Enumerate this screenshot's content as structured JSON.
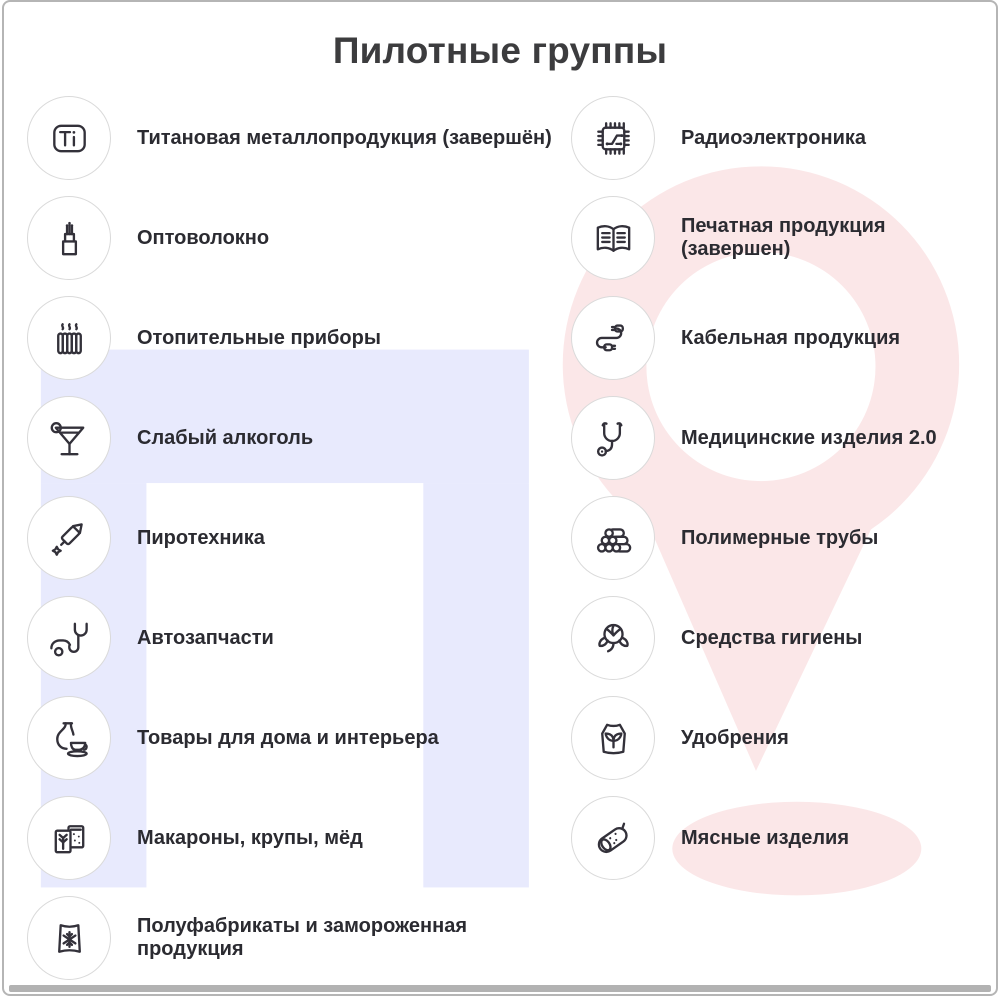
{
  "page": {
    "title": "Пилотные группы"
  },
  "colors": {
    "accent_lavender": "#e8eafd",
    "accent_pink": "#fbe7e8",
    "icon_stroke": "#33313a",
    "label_text": "#2b2b31",
    "title_text": "#3c3c3e",
    "frame_border": "#b5b5b5",
    "bottom_bar": "#b2b2b2",
    "circle_border": "#dadada"
  },
  "columns": {
    "left": [
      {
        "label": "Титановая металлопродукция (завершён)",
        "icon": "titanium-ti-icon"
      },
      {
        "label": "Оптоволокно",
        "icon": "fiber-optic-icon"
      },
      {
        "label": "Отопительные приборы",
        "icon": "radiator-icon"
      },
      {
        "label": "Слабый алкоголь",
        "icon": "cocktail-glass-icon"
      },
      {
        "label": "Пиротехника",
        "icon": "firework-rocket-icon"
      },
      {
        "label": "Автозапчасти",
        "icon": "wrench-car-icon"
      },
      {
        "label": "Товары для дома и интерьера",
        "icon": "vase-cup-icon"
      },
      {
        "label": "Макароны, крупы, мёд",
        "icon": "grocery-packs-icon"
      },
      {
        "label": "Полуфабрикаты и замороженная продукция",
        "icon": "frozen-bag-icon"
      }
    ],
    "right": [
      {
        "label": "Радиоэлектроника",
        "icon": "microchip-icon"
      },
      {
        "label": "Печатная продукция (завершен)",
        "icon": "open-book-icon"
      },
      {
        "label": "Кабельная продукция",
        "icon": "cable-icon"
      },
      {
        "label": "Медицинские изделия 2.0",
        "icon": "stethoscope-icon"
      },
      {
        "label": "Полимерные трубы",
        "icon": "polymer-pipes-icon"
      },
      {
        "label": "Средства гигиены",
        "icon": "cotton-flower-icon"
      },
      {
        "label": "Удобрения",
        "icon": "fertilizer-bag-icon"
      },
      {
        "label": "Мясные изделия",
        "icon": "sausage-icon"
      }
    ]
  }
}
